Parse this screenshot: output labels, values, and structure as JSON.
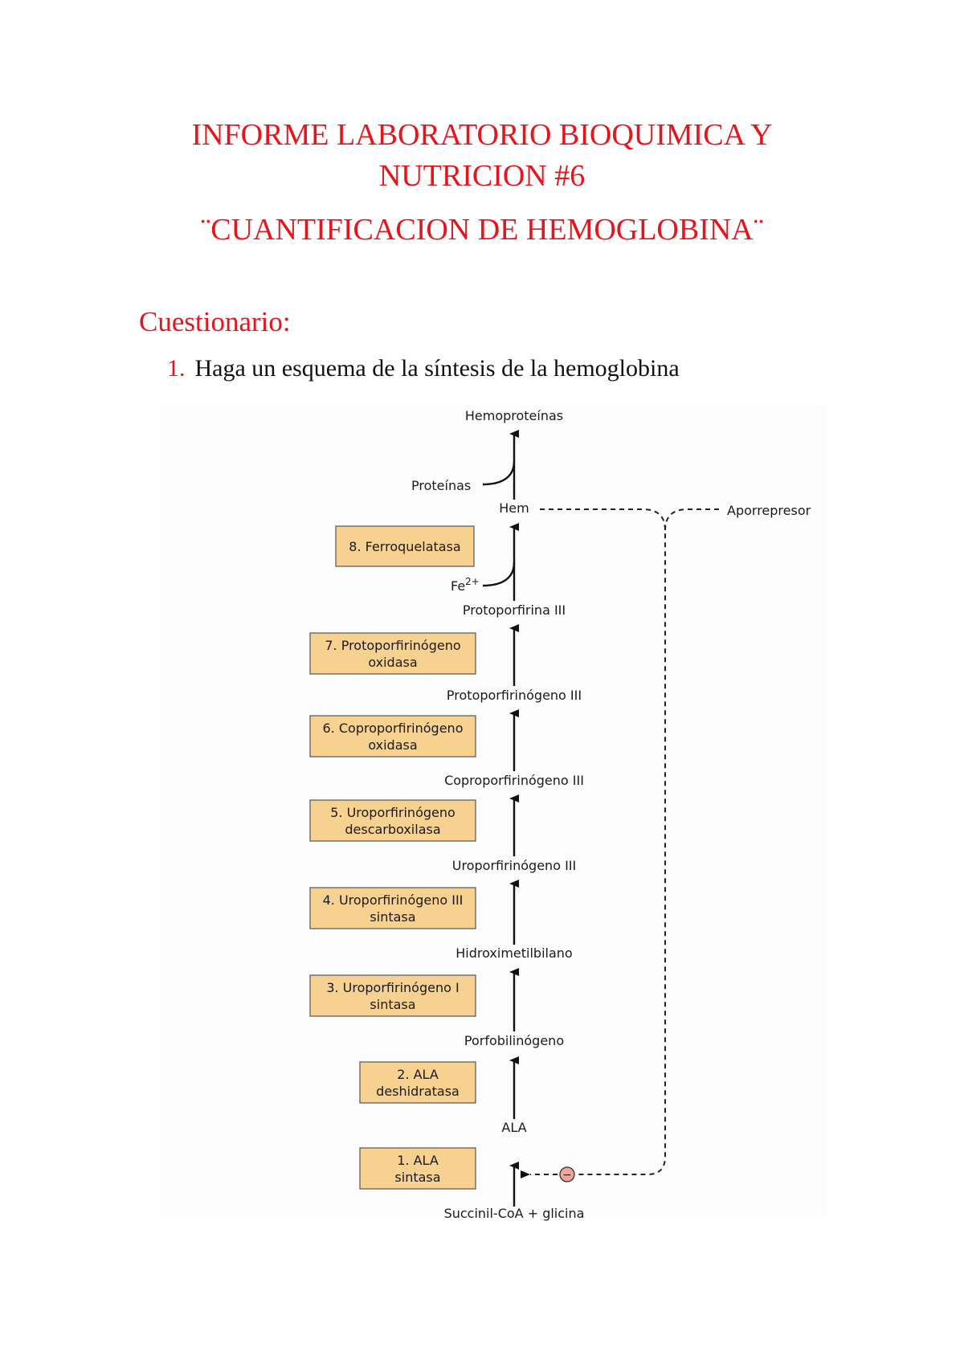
{
  "document": {
    "title_line1": "INFORME LABORATORIO BIOQUIMICA Y",
    "title_line2": "NUTRICION #6",
    "title_line3": "¨CUANTIFICACION DE HEMOGLOBINA¨",
    "section_heading": "Cuestionario:",
    "question_number": "1.",
    "question_text": "Haga un esquema de la síntesis de la hemoglobina"
  },
  "diagram": {
    "metabolites": [
      "Succinil-CoA + glicina",
      "ALA",
      "Porfobilinógeno",
      "Hidroximetilbilano",
      "Uroporfirinógeno III",
      "Coproporfirinógeno III",
      "Protoporfirinógeno III",
      "Protoporfirina III",
      "Hem",
      "Hemoproteínas"
    ],
    "cofactor_iron": "Fe",
    "cofactor_iron_charge": "2+",
    "cofactor_proteins": "Proteínas",
    "regulator": "Aporrepresor",
    "inhibition_symbol": "−",
    "enzymes": [
      {
        "line1": "1. ALA",
        "line2": "sintasa"
      },
      {
        "line1": "2. ALA",
        "line2": "deshidratasa"
      },
      {
        "line1": "3. Uroporfirinógeno I",
        "line2": "sintasa"
      },
      {
        "line1": "4. Uroporfirinógeno III",
        "line2": "sintasa"
      },
      {
        "line1": "5. Uroporfirinógeno",
        "line2": "descarboxilasa"
      },
      {
        "line1": "6. Coproporfirinógeno",
        "line2": "oxidasa"
      },
      {
        "line1": "7. Protoporfirinógeno",
        "line2": "oxidasa"
      },
      {
        "line1": "8. Ferroquelatasa",
        "line2": ""
      }
    ],
    "colors": {
      "enzyme_box_fill": "#f7d18f",
      "inhibitor_fill": "#f2a49a",
      "title_red": "#e8141b"
    }
  }
}
